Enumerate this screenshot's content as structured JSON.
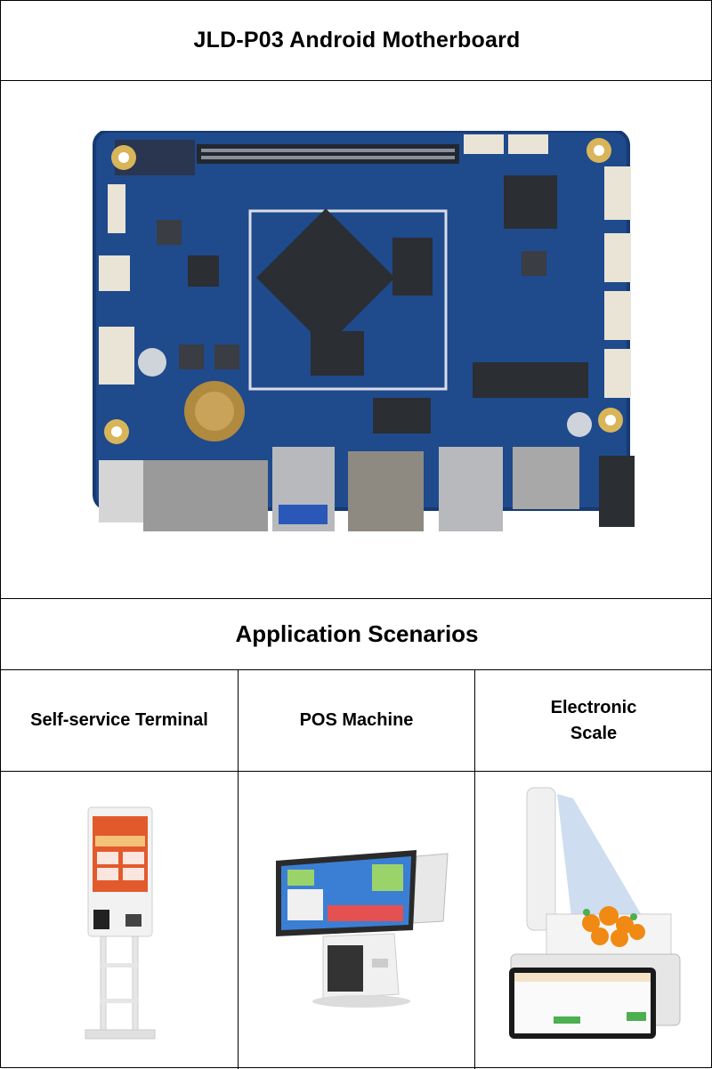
{
  "header": {
    "title": "JLD-P03 Android Motherboard"
  },
  "product_photo": {
    "subject": "motherboard-image"
  },
  "section": {
    "title": "Application Scenarios"
  },
  "scenarios": [
    {
      "label": "Self-service Terminal",
      "icon": "kiosk-image"
    },
    {
      "label": "POS Machine",
      "icon": "pos-image"
    },
    {
      "label": "Electronic Scale",
      "icon": "scale-image"
    }
  ],
  "colors": {
    "pcb": "#1f4a8c",
    "pcb_dark": "#163a72",
    "border": "#000000",
    "background": "#ffffff"
  }
}
